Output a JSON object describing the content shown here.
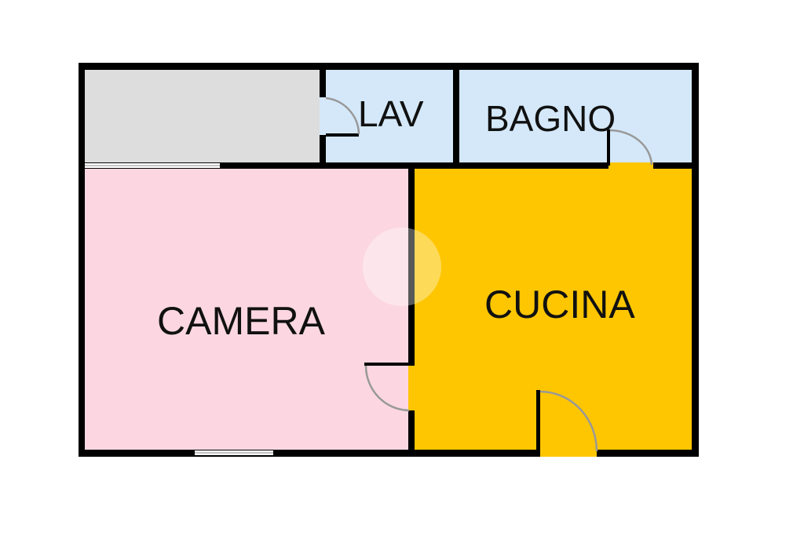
{
  "plan": {
    "rooms": [
      {
        "id": "ripostiglio",
        "label": "",
        "color": "#dddddd"
      },
      {
        "id": "lav",
        "label": "LAV",
        "color": "#d4e8f9"
      },
      {
        "id": "bagno",
        "label": "BAGNO",
        "color": "#d4e8f9"
      },
      {
        "id": "camera",
        "label": "CAMERA",
        "color": "#fcd7e2"
      },
      {
        "id": "cucina",
        "label": "CUCINA",
        "color": "#fec600"
      }
    ],
    "wall_color": "#000000",
    "door_arc_color": "#999999"
  }
}
